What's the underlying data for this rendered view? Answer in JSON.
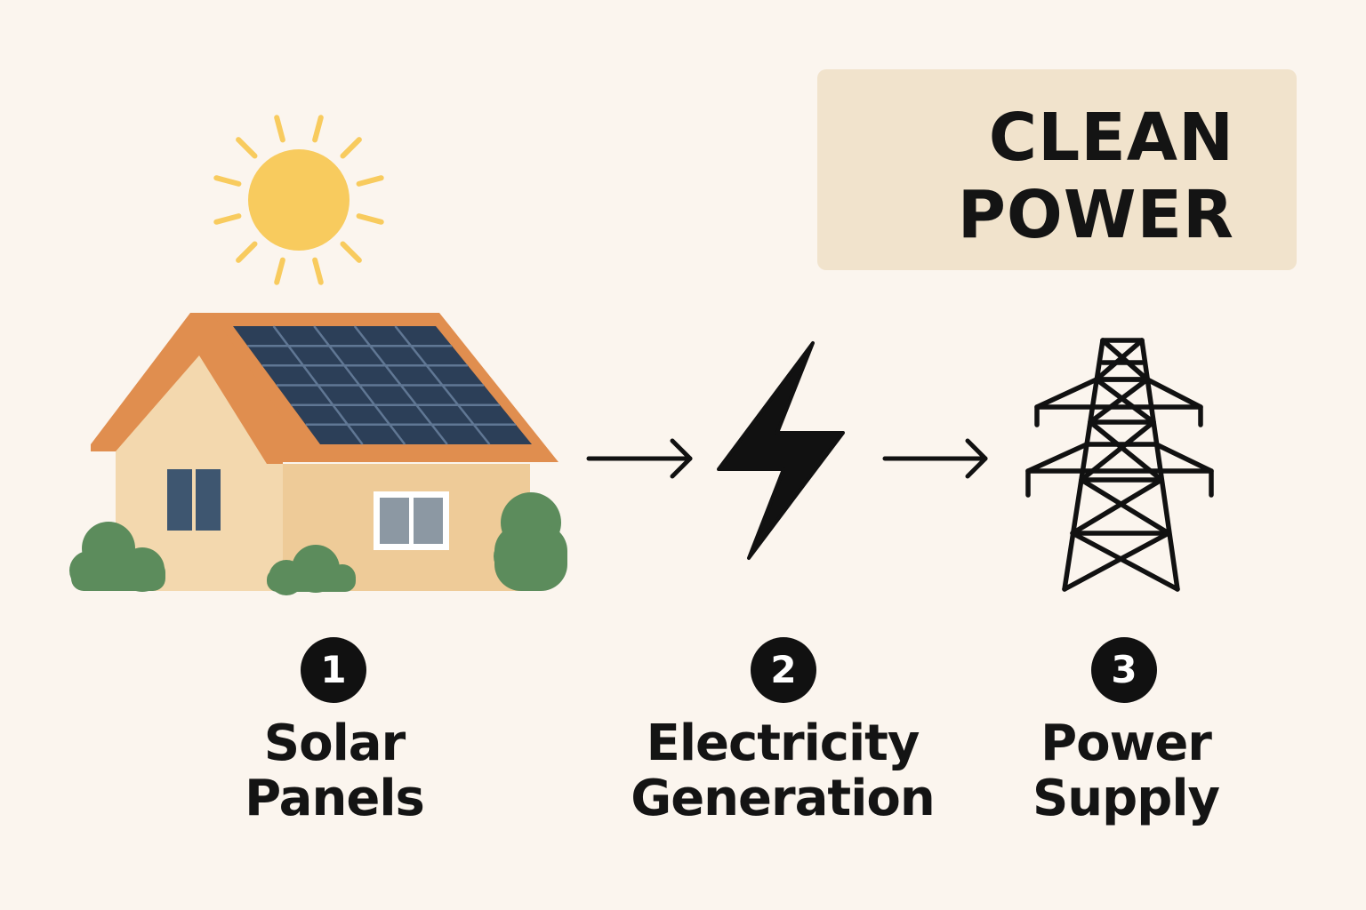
{
  "title": {
    "line1": "CLEAN",
    "line2": "POWER"
  },
  "colors": {
    "background": "#FBF5EE",
    "title_box": "#F1E3CC",
    "sun": "#F8CB5E",
    "roof": "#E08E4F",
    "wall_front": "#F3D8AE",
    "wall_side": "#EECB98",
    "panel": "#2C3F58",
    "window": "#3E5670",
    "bush": "#5C8C5C",
    "ink": "#111111"
  },
  "icons": [
    "sun-icon",
    "house-with-solar-panels-icon",
    "lightning-bolt-icon",
    "power-transmission-tower-icon",
    "arrow-right-icon"
  ],
  "steps": [
    {
      "number": "1",
      "line1": "Solar",
      "line2": "Panels"
    },
    {
      "number": "2",
      "line1": "Electricity",
      "line2": "Generation"
    },
    {
      "number": "3",
      "line1": "Power",
      "line2": "Supply"
    }
  ]
}
